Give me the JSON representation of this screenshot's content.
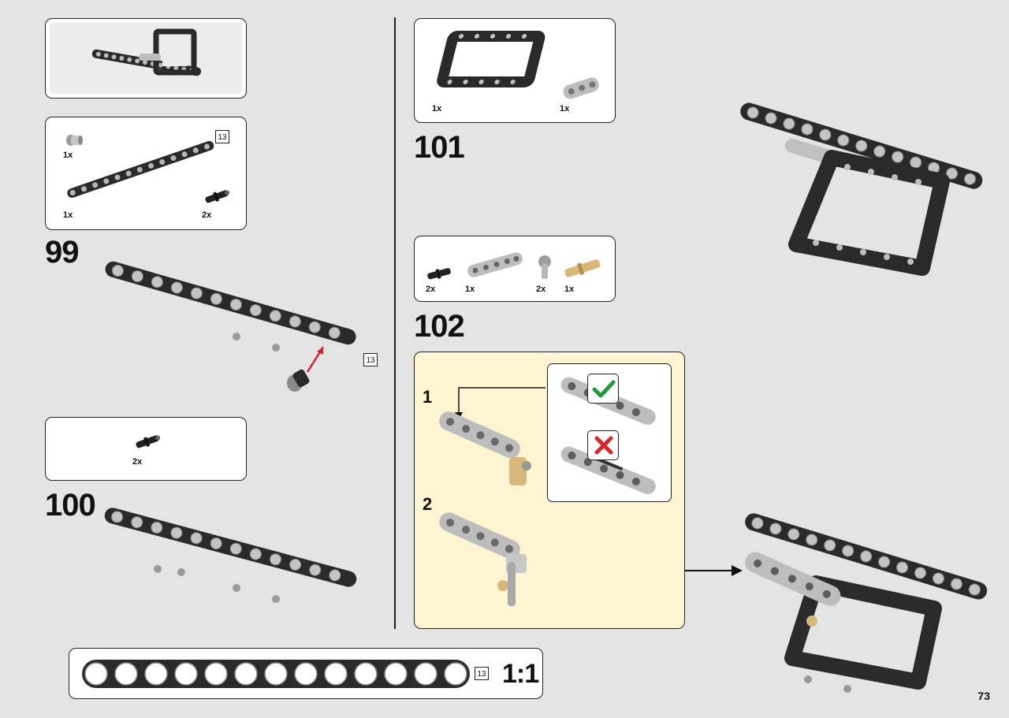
{
  "page_number": "73",
  "steps": {
    "s99": {
      "number": "99",
      "parts": [
        {
          "qty": "1x"
        },
        {
          "qty": "1x"
        },
        {
          "qty": "2x"
        }
      ],
      "length_badge": "13",
      "model_badge": "13"
    },
    "s100": {
      "number": "100",
      "parts": [
        {
          "qty": "2x"
        }
      ]
    },
    "s101": {
      "number": "101",
      "parts": [
        {
          "qty": "1x"
        },
        {
          "qty": "1x"
        }
      ]
    },
    "s102": {
      "number": "102",
      "parts": [
        {
          "qty": "2x"
        },
        {
          "qty": "1x"
        },
        {
          "qty": "2x"
        },
        {
          "qty": "1x"
        }
      ],
      "substeps": [
        "1",
        "2"
      ]
    }
  },
  "scale": {
    "length_badge": "13",
    "label": "1:1"
  },
  "icons": {
    "correct": "check-icon",
    "incorrect": "cross-icon"
  },
  "colors": {
    "callout_bg": "#fdf4d2",
    "beam_dark": "#2a2a2a",
    "beam_light": "#b5b5b5",
    "check": "#1e9c3a",
    "cross": "#d8262c",
    "arrow_red": "#d6202a",
    "tan": "#d8b77a"
  }
}
